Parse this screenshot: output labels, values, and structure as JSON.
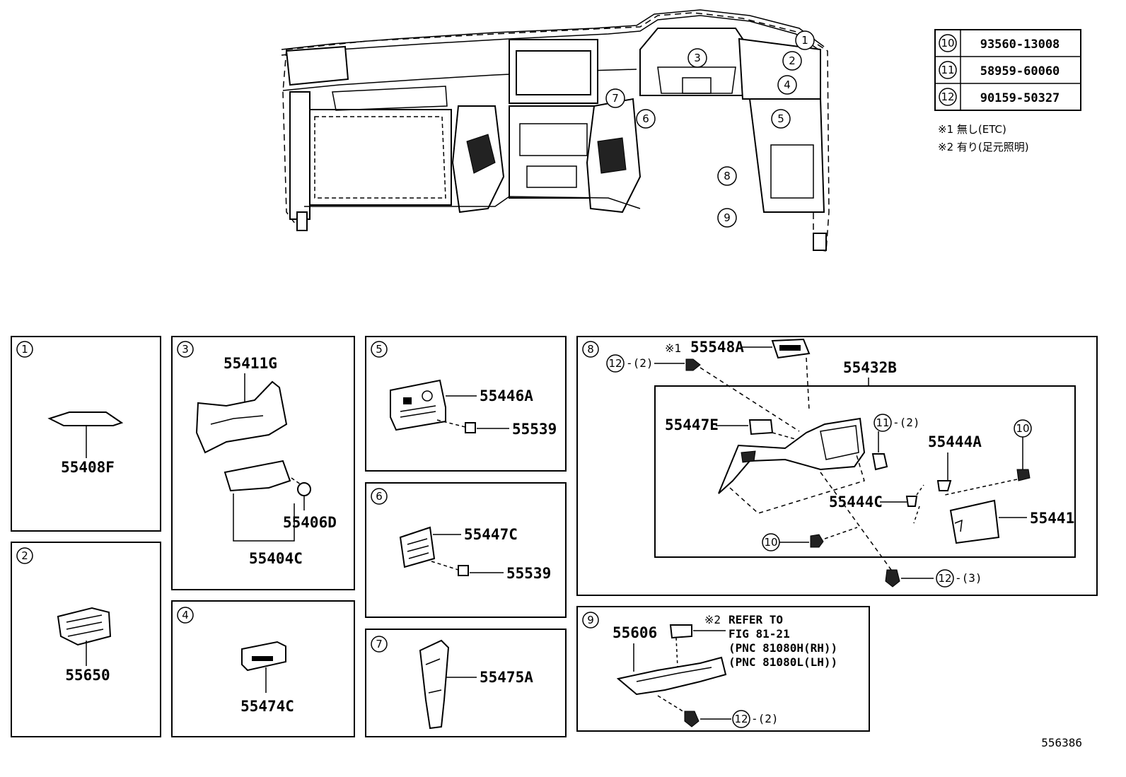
{
  "diagram_id": "556386",
  "notes": [
    "※1 無し(ETC)",
    "※2 有り(足元照明)"
  ],
  "ref_table": [
    {
      "index": "10",
      "part": "93560-13008"
    },
    {
      "index": "11",
      "part": "58959-60060"
    },
    {
      "index": "12",
      "part": "90159-50327"
    }
  ],
  "overview_callouts": [
    "1",
    "2",
    "3",
    "4",
    "5",
    "6",
    "7",
    "8",
    "9"
  ],
  "panels": {
    "p1": {
      "index": "1",
      "parts": [
        "55408F"
      ]
    },
    "p2": {
      "index": "2",
      "parts": [
        "55650"
      ]
    },
    "p3": {
      "index": "3",
      "parts": [
        "55411G",
        "55406D",
        "55404C"
      ]
    },
    "p4": {
      "index": "4",
      "parts": [
        "55474C"
      ]
    },
    "p5": {
      "index": "5",
      "parts": [
        "55446A",
        "55539"
      ]
    },
    "p6": {
      "index": "6",
      "parts": [
        "55447C",
        "55539"
      ]
    },
    "p7": {
      "index": "7",
      "parts": [
        "55475A"
      ]
    },
    "p8": {
      "index": "8",
      "mark": "※1",
      "parts": [
        "55548A",
        "55432B",
        "55447E",
        "55444A",
        "55444C",
        "55441"
      ],
      "qty": {
        "a": "-(2)",
        "b": "-(2)",
        "c": "-(3)"
      },
      "circ": {
        "a": "12",
        "b": "11",
        "c": "10",
        "d": "10",
        "e": "12"
      }
    },
    "p9": {
      "index": "9",
      "mark": "※2",
      "parts": [
        "55606"
      ],
      "refer": [
        "REFER TO",
        "FIG 81-21",
        "(PNC 81080H(RH))",
        "(PNC 81080L(LH))"
      ],
      "qty": "-(2)",
      "circ": "12"
    }
  }
}
